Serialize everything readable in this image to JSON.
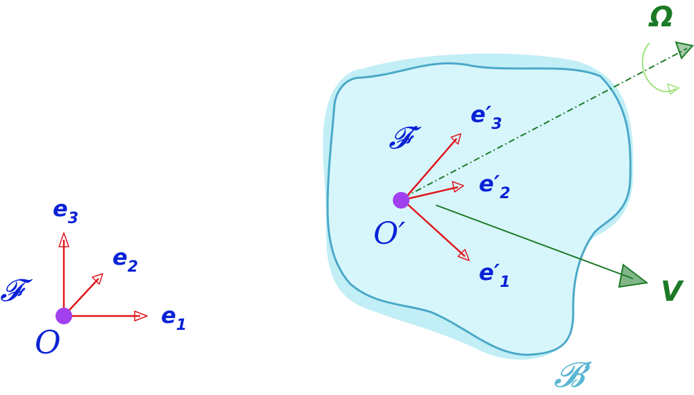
{
  "colors": {
    "vector_red": "#e0151b",
    "label_blue": "#0a22d6",
    "point_purple": "#a040ee",
    "body_fill": "#d7f6fb",
    "body_stroke": "#4aa8c8",
    "body_shadow": "#c2eef6",
    "velocity_green": "#1c7a26",
    "rotation_green": "#9ee27a",
    "body_label": "#5ab6d2"
  },
  "inertial_frame": {
    "frame_label": "𝓕",
    "origin_label": "O",
    "axes": [
      {
        "id": "e1",
        "base": "e",
        "sub": "1"
      },
      {
        "id": "e2",
        "base": "e",
        "sub": "2"
      },
      {
        "id": "e3",
        "base": "e",
        "sub": "3"
      }
    ]
  },
  "body_frame": {
    "frame_label": "𝓕′",
    "origin_label": "O′",
    "axes": [
      {
        "id": "e1p",
        "base": "e′",
        "sub": "1"
      },
      {
        "id": "e2p",
        "base": "e′",
        "sub": "2"
      },
      {
        "id": "e3p",
        "base": "e′",
        "sub": "3"
      }
    ]
  },
  "body": {
    "label": "𝓑′"
  },
  "velocity": {
    "label": "V"
  },
  "angular_velocity": {
    "label": "Ω"
  }
}
